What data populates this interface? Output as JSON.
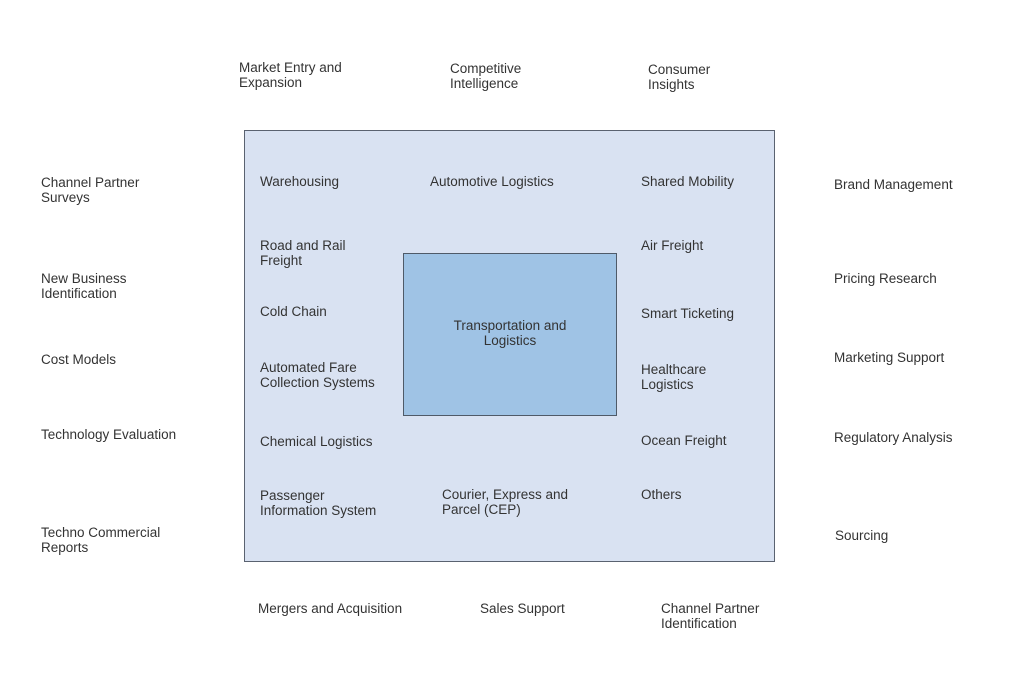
{
  "diagram": {
    "center": {
      "label": "Transportation and\nLogistics"
    },
    "top_labels": [
      "Market Entry and\nExpansion",
      "Competitive\nIntelligence",
      "Consumer\nInsights"
    ],
    "left_labels": [
      "Channel Partner\nSurveys",
      "New Business\nIdentification",
      "Cost Models",
      "Technology Evaluation",
      "Techno Commercial\nReports"
    ],
    "right_labels": [
      "Brand Management",
      "Pricing Research",
      "Marketing Support",
      "Regulatory Analysis",
      "Sourcing"
    ],
    "bottom_labels": [
      "Mergers and Acquisition",
      "Sales Support",
      "Channel Partner\nIdentification"
    ],
    "segments": [
      "Warehousing",
      "Automotive Logistics",
      "Shared Mobility",
      "Road and Rail\nFreight",
      "Air Freight",
      "Cold Chain",
      "Smart Ticketing",
      "Automated Fare\nCollection Systems",
      "Healthcare\nLogistics",
      "Chemical Logistics",
      "Ocean Freight",
      "Passenger\nInformation System",
      "Courier, Express and\nParcel (CEP)",
      "Others"
    ],
    "colors": {
      "outer_fill": "#d9e2f2",
      "inner_fill": "#9fc3e5",
      "text": "#333333"
    }
  }
}
